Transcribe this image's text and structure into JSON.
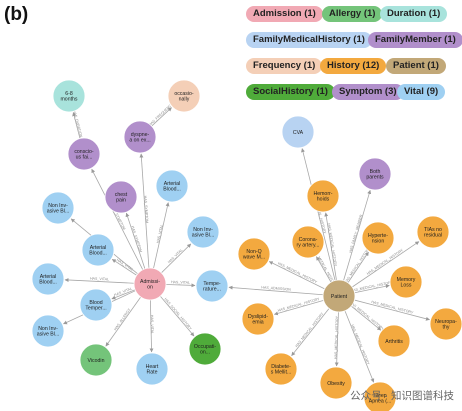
{
  "panel_label": "(b)",
  "watermark": "公众号 · 知识图谱科技",
  "legend": [
    {
      "label": "Admission (1)",
      "color": "#f1a9b4"
    },
    {
      "label": "Allergy (1)",
      "color": "#74c47a"
    },
    {
      "label": "Duration (1)",
      "color": "#a8e3dc"
    },
    {
      "label": "FamilyMedicalHistory (1)",
      "color": "#b8d3f2"
    },
    {
      "label": "FamilyMember (1)",
      "color": "#b18fcb"
    },
    {
      "label": "Frequency (1)",
      "color": "#f4cfb7"
    },
    {
      "label": "History (12)",
      "color": "#f3a93f"
    },
    {
      "label": "Patient (1)",
      "color": "#c2a878"
    },
    {
      "label": "SocialHistory (1)",
      "color": "#4fab3a"
    },
    {
      "label": "Symptom (3)",
      "color": "#b18fcb"
    },
    {
      "label": "Vital (9)",
      "color": "#9fd0f2"
    }
  ],
  "nodes": [
    {
      "id": "admission",
      "label": "Admissi-\non",
      "color": "#f1a9b4"
    },
    {
      "id": "six_months",
      "label": "6-8\nmonths",
      "color": "#a8e3dc"
    },
    {
      "id": "occasionally",
      "label": "occasio-\nnally",
      "color": "#f4cfb7"
    },
    {
      "id": "sym_conscious",
      "label": "conscio-\nus fai...",
      "color": "#b18fcb"
    },
    {
      "id": "sym_dyspnea",
      "label": "dyspne-\na on ex...",
      "color": "#b18fcb"
    },
    {
      "id": "sym_chest",
      "label": "chest\npain",
      "color": "#b18fcb"
    },
    {
      "id": "v_nibp1",
      "label": "Non Inv-\nasive Bl...",
      "color": "#9fd0f2"
    },
    {
      "id": "v_abp1",
      "label": "Arterial\nBlood...",
      "color": "#9fd0f2"
    },
    {
      "id": "v_abp2",
      "label": "Arterial\nBlood...",
      "color": "#9fd0f2"
    },
    {
      "id": "v_abp3",
      "label": "Arterial\nBlood...",
      "color": "#9fd0f2"
    },
    {
      "id": "v_nibp2",
      "label": "Non Inv-\nasive Bl...",
      "color": "#9fd0f2"
    },
    {
      "id": "v_blood_temp",
      "label": "Blood\nTemper...",
      "color": "#9fd0f2"
    },
    {
      "id": "v_nibp3",
      "label": "Non Inv-\nasive Bl...",
      "color": "#9fd0f2"
    },
    {
      "id": "v_temp",
      "label": "Tempe-\nrature...",
      "color": "#9fd0f2"
    },
    {
      "id": "v_hr",
      "label": "Heart\nRate",
      "color": "#9fd0f2"
    },
    {
      "id": "allergy",
      "label": "Vicodin",
      "color": "#74c47a"
    },
    {
      "id": "social",
      "label": "Occupati-\non...",
      "color": "#4fab3a"
    },
    {
      "id": "patient",
      "label": "Patient",
      "color": "#c2a878"
    },
    {
      "id": "cva",
      "label": "CVA",
      "color": "#b8d3f2"
    },
    {
      "id": "family",
      "label": "Both\nparents",
      "color": "#b18fcb"
    },
    {
      "id": "h_hemo",
      "label": "Hemorr-\nhoids",
      "color": "#f3a93f"
    },
    {
      "id": "h_coronary",
      "label": "Corona-\nry artery...",
      "color": "#f3a93f"
    },
    {
      "id": "h_hyper",
      "label": "Hyperte-\nnsion",
      "color": "#f3a93f"
    },
    {
      "id": "h_tiamo",
      "label": "TIAs no\nresidual",
      "color": "#f3a93f"
    },
    {
      "id": "h_nonq",
      "label": "Non-Q\nwave M...",
      "color": "#f3a93f"
    },
    {
      "id": "h_memory",
      "label": "Memory\nLoss",
      "color": "#f3a93f"
    },
    {
      "id": "h_dyslip",
      "label": "Dyslipid-\nemia",
      "color": "#f3a93f"
    },
    {
      "id": "h_neuro",
      "label": "Neuropa-\nthy",
      "color": "#f3a93f"
    },
    {
      "id": "h_arthritis",
      "label": "Arthritis",
      "color": "#f3a93f"
    },
    {
      "id": "h_diabetes",
      "label": "Diabete-\ns Mellit...",
      "color": "#f3a93f"
    },
    {
      "id": "h_obesity",
      "label": "Obesity",
      "color": "#f3a93f"
    },
    {
      "id": "h_apnea",
      "label": "Sleep\nApnea (...",
      "color": "#f3a93f"
    }
  ],
  "edges": [
    {
      "from": "admission",
      "to": "sym_chest",
      "label": "HAS_SYMPTOM"
    },
    {
      "from": "admission",
      "to": "sym_dyspnea",
      "label": "HAS_SYMPTOM"
    },
    {
      "from": "admission",
      "to": "sym_conscious",
      "label": "HAS_SYMPTOM"
    },
    {
      "from": "sym_conscious",
      "to": "six_months",
      "label": "HAS_DURATION"
    },
    {
      "from": "sym_dyspnea",
      "to": "occasionally",
      "label": "HAS_FREQUENCY"
    },
    {
      "from": "admission",
      "to": "v_abp3",
      "label": "HAS_VITAL"
    },
    {
      "from": "admission",
      "to": "v_nibp1",
      "label": "HAS_VITAL"
    },
    {
      "from": "admission",
      "to": "v_abp1",
      "label": "HAS_VITAL"
    },
    {
      "from": "admission",
      "to": "v_abp2",
      "label": "HAS_VITAL"
    },
    {
      "from": "admission",
      "to": "v_nibp2",
      "label": "HAS_VITAL"
    },
    {
      "from": "admission",
      "to": "v_blood_temp",
      "label": "HAS_VITAL"
    },
    {
      "from": "admission",
      "to": "v_nibp3",
      "label": "HAS_VITAL"
    },
    {
      "from": "admission",
      "to": "v_temp",
      "label": "HAS_VITAL"
    },
    {
      "from": "admission",
      "to": "v_hr",
      "label": "HAS_VITAL"
    },
    {
      "from": "admission",
      "to": "allergy",
      "label": "HAS_ALLERGY"
    },
    {
      "from": "admission",
      "to": "social",
      "label": "HAS_SOCIAL_HISTORY"
    },
    {
      "from": "patient",
      "to": "v_temp",
      "label": "HAS_ADMISSION"
    },
    {
      "from": "patient",
      "to": "cva",
      "label": "HAS_MEDICAL_HISTORY"
    },
    {
      "from": "patient",
      "to": "family",
      "label": "HAS_FAMILY_MEMBER"
    },
    {
      "from": "patient",
      "to": "h_hemo",
      "label": "HAS_MEDICAL_HISTORY"
    },
    {
      "from": "patient",
      "to": "h_coronary",
      "label": "HAS_MEDICAL_HISTORY"
    },
    {
      "from": "patient",
      "to": "h_hyper",
      "label": "HAS_MEDICAL_HISTORY"
    },
    {
      "from": "patient",
      "to": "h_tiamo",
      "label": "HAS_MEDICAL_HISTORY"
    },
    {
      "from": "patient",
      "to": "h_nonq",
      "label": "HAS_MEDICAL_HISTORY"
    },
    {
      "from": "patient",
      "to": "h_memory",
      "label": "HAS_MEDICAL_HISTORY"
    },
    {
      "from": "patient",
      "to": "h_dyslip",
      "label": "HAS_MEDICAL_HISTORY"
    },
    {
      "from": "patient",
      "to": "h_neuro",
      "label": "HAS_MEDICAL_HISTORY"
    },
    {
      "from": "patient",
      "to": "h_arthritis",
      "label": "HAS_MEDICAL_HISTORY"
    },
    {
      "from": "patient",
      "to": "h_diabetes",
      "label": "HAS_MEDICAL_HISTORY"
    },
    {
      "from": "patient",
      "to": "h_obesity",
      "label": "HAS_MEDICAL_HISTORY"
    },
    {
      "from": "patient",
      "to": "h_apnea",
      "label": "HAS_MEDICAL_HISTORY"
    }
  ]
}
